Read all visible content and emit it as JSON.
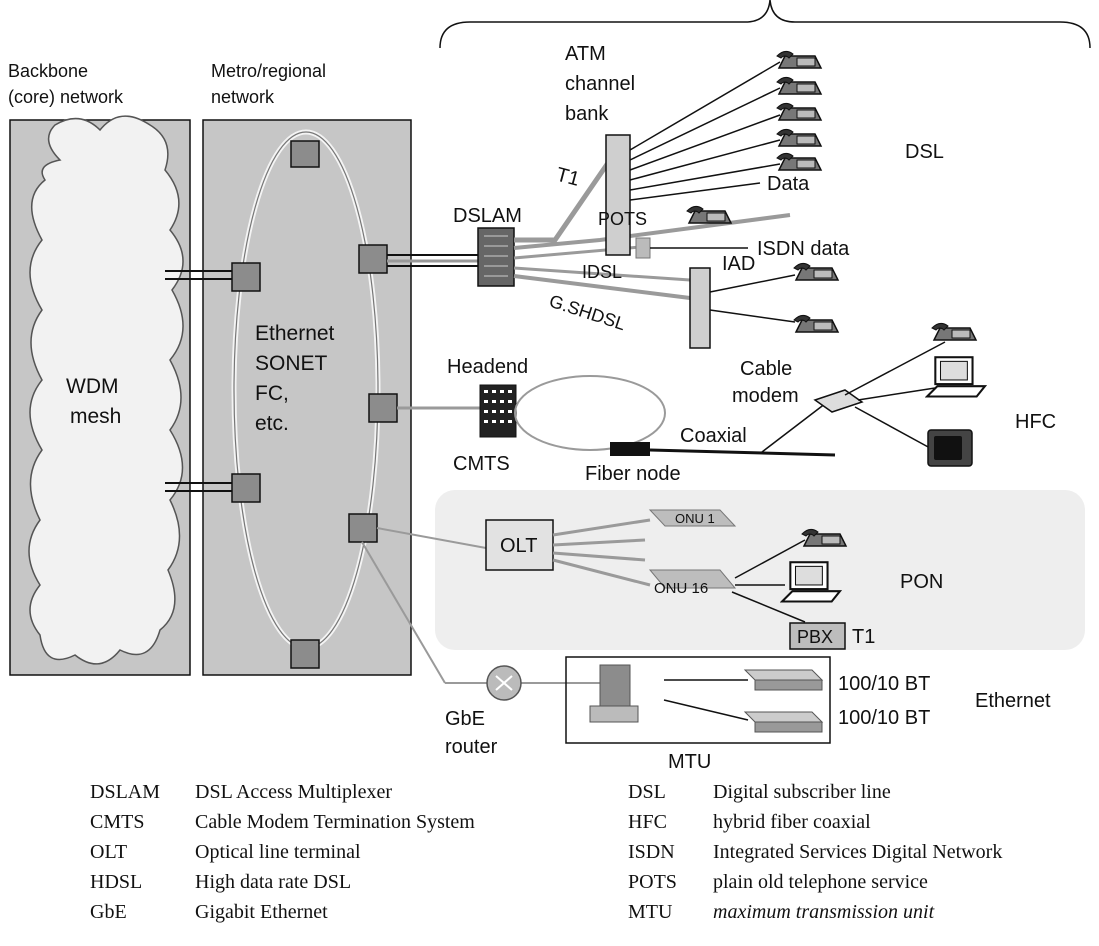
{
  "labels": {
    "backbone": "Backbone",
    "backbone2": "(core) network",
    "metro": "Metro/regional",
    "metro2": "network",
    "wdm1": "WDM",
    "wdm2": "mesh",
    "eth1": "Ethernet",
    "eth2": "SONET",
    "eth3": "FC,",
    "eth4": "etc.",
    "atm1": "ATM",
    "atm2": "channel",
    "atm3": "bank",
    "t1": "T1",
    "dslam": "DSLAM",
    "pots": "POTS",
    "idsl": "IDSL",
    "gshdsl": "G.SHDSL",
    "iad": "IAD",
    "data": "Data",
    "isdn_data": "ISDN data",
    "dsl": "DSL",
    "headend": "Headend",
    "cmts": "CMTS",
    "fiber_node": "Fiber node",
    "coaxial": "Coaxial",
    "cable": "Cable",
    "modem": "modem",
    "hfc": "HFC",
    "olt": "OLT",
    "onu1": "ONU 1",
    "onu16": "ONU 16",
    "pon": "PON",
    "pbx": "PBX",
    "pon_t1": "T1",
    "gbe": "GbE",
    "router": "router",
    "mtu": "MTU",
    "bt1": "100/10 BT",
    "bt2": "100/10 BT",
    "ethernet": "Ethernet"
  },
  "legend_left": [
    {
      "abbr": "DSLAM",
      "text": "DSL Access Multiplexer"
    },
    {
      "abbr": "CMTS",
      "text": "Cable Modem Termination System"
    },
    {
      "abbr": "OLT",
      "text": "Optical line terminal"
    },
    {
      "abbr": "HDSL",
      "text": "High data rate DSL"
    },
    {
      "abbr": "GbE",
      "text": "Gigabit Ethernet"
    }
  ],
  "legend_right": [
    {
      "abbr": "DSL",
      "text": "Digital subscriber line"
    },
    {
      "abbr": "HFC",
      "text": "hybrid fiber coaxial"
    },
    {
      "abbr": "ISDN",
      "text": "Integrated Services Digital Network"
    },
    {
      "abbr": "POTS",
      "text": "plain old telephone service"
    },
    {
      "abbr": "MTU",
      "text": "maximum transmission unit"
    }
  ],
  "colors": {
    "panel": "#c6c6c6",
    "pon_area": "#eeeeee",
    "node": "#8c8c8c",
    "line": "#111111",
    "gray_line": "#9a9a9a"
  }
}
